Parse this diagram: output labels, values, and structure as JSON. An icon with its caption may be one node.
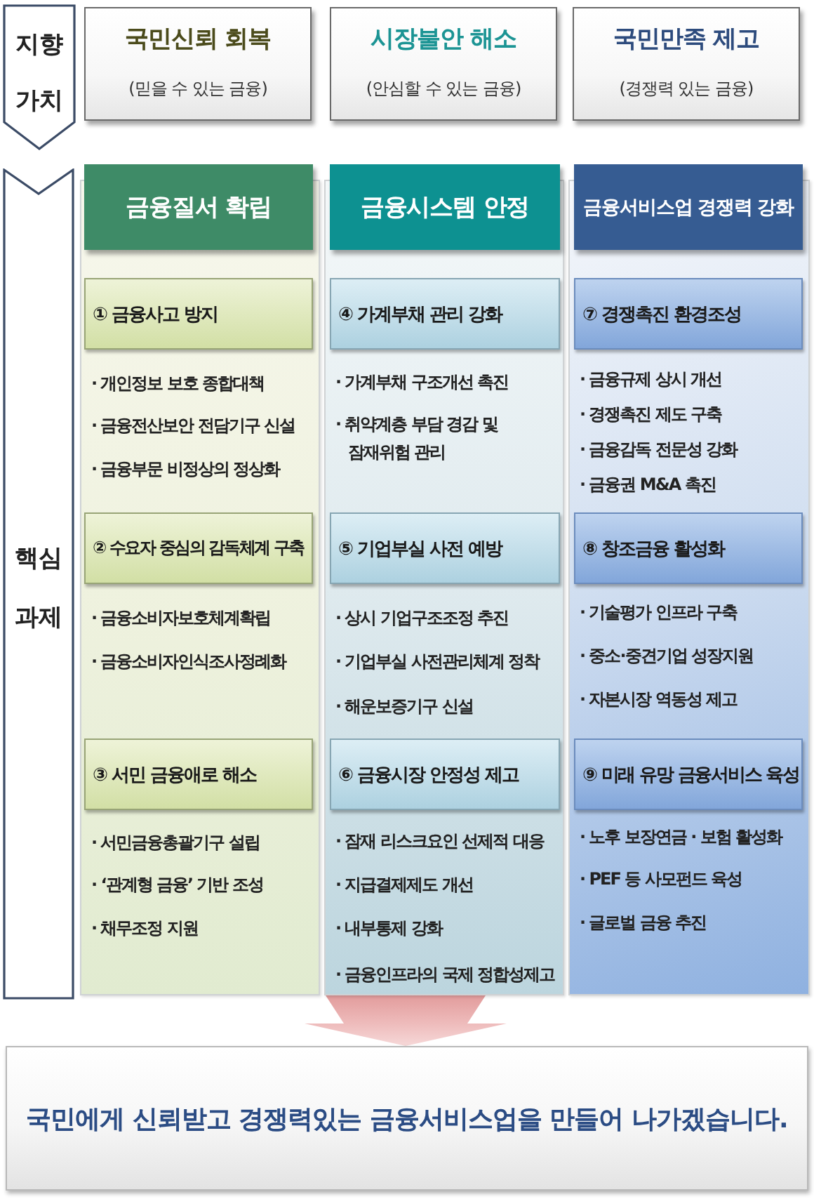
{
  "diagram": {
    "nodes": [
      {
        "text": [
          "지향 가치"
        ]
      },
      {
        "text": [
          "국민신뢰 회복",
          "(믿을 수 있는 금융)"
        ]
      },
      {
        "text": [
          "시장불안 해소",
          "(안심할 수 있는 금융)"
        ]
      },
      {
        "text": [
          "국민만족 제고",
          "(경쟁력 있는 금융)"
        ]
      },
      {
        "text": [
          "핵심 과제"
        ]
      },
      {
        "text": [
          "금융질서 확립"
        ]
      },
      {
        "text": [
          "· 개인정보 보호 종합대책",
          "· 금융전산보안 전담기구 신설",
          "· 금융부문 비정상의 정상화",
          "· 금융소비자보호체계확립",
          "· 금융소비자인식조사정례화",
          "· 서민금융총괄기구 설립",
          "· ‘관계형 금융’ 기반 조성",
          "· 채무조정 지원"
        ]
      },
      {
        "text": [
          "① 금융사고 방지"
        ],
        "in": 6
      },
      {
        "text": [
          "② 수요자 중심의 감독체계 구축"
        ],
        "in": 6
      },
      {
        "text": [
          "③ 서민 금융애로 해소"
        ],
        "in": 6
      },
      {
        "text": [
          "금융시스템 안정"
        ]
      },
      {
        "text": [
          "· 가계부채 구조개선 촉진",
          "· 취약계층 부담 경감 및 잠재위험 관리",
          "· 상시 기업구조조정 추진",
          "· 기업부실 사전관리체계 정착",
          "· 해운보증기구 신설",
          "· 잠재 리스크요인 선제적 대응",
          "· 지급결제제도 개선",
          "· 내부통제 강화",
          "· 금융인프라의 국제 정합성제고"
        ]
      },
      {
        "text": [
          "④ 가계부채 관리 강화"
        ],
        "in": 11
      },
      {
        "text": [
          "⑤ 기업부실 사전 예방"
        ],
        "in": 11
      },
      {
        "text": [
          "⑥ 금융시장 안정성 제고"
        ],
        "in": 11
      },
      {
        "text": [
          "금융서비스업 경쟁력 강화"
        ]
      },
      {
        "text": [
          "· 금융규제 상시 개선",
          "· 경쟁촉진 제도 구축",
          "· 금융감독 전문성 강화",
          "· 금융권 M&A 촉진",
          "· 기술평가 인프라 구축",
          "· 중소·중견기업 성장지원",
          "· 자본시장 역동성 제고",
          "· 노후 보장연금 · 보험 활성화",
          "· PEF 등 사모펀드 육성",
          "· 글로벌 금융 추진"
        ]
      },
      {
        "text": [
          "⑦ 경쟁촉진 환경조성"
        ],
        "in": 16
      },
      {
        "text": [
          "⑧ 창조금융 활성화"
        ],
        "in": 16
      },
      {
        "text": [
          "⑨ 미래 유망 금융서비스 육성"
        ],
        "in": 16
      },
      {
        "text": [
          "국민에게 신뢰받고 경쟁력있는 금융서비스업을 만들어 나가겠습니다."
        ]
      }
    ],
    "edges": [
      {
        "from": 11,
        "to": 20,
        "arrow": "to"
      }
    ]
  }
}
